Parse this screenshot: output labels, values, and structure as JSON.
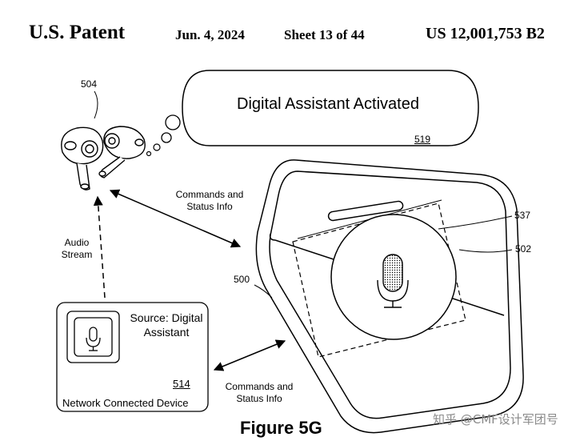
{
  "header": {
    "patent_label": "U.S. Patent",
    "date": "Jun. 4, 2024",
    "sheet": "Sheet 13 of 44",
    "patent_number": "US 12,001,753 B2"
  },
  "bubble": {
    "text": "Digital Assistant Activated",
    "ref": "519"
  },
  "refs": {
    "earbuds": "504",
    "case": "500",
    "case_display": "502",
    "light_bar": "537",
    "device": "514"
  },
  "labels": {
    "commands_top": "Commands and\nStatus Info",
    "commands_bottom": "Commands and\nStatus Info",
    "audio_stream": "Audio\nStream"
  },
  "device": {
    "source": "Source: Digital\nAssistant",
    "name": "Network Connected Device"
  },
  "figure_caption": "Figure 5G",
  "watermark": "知乎 @CMF设计军团号"
}
